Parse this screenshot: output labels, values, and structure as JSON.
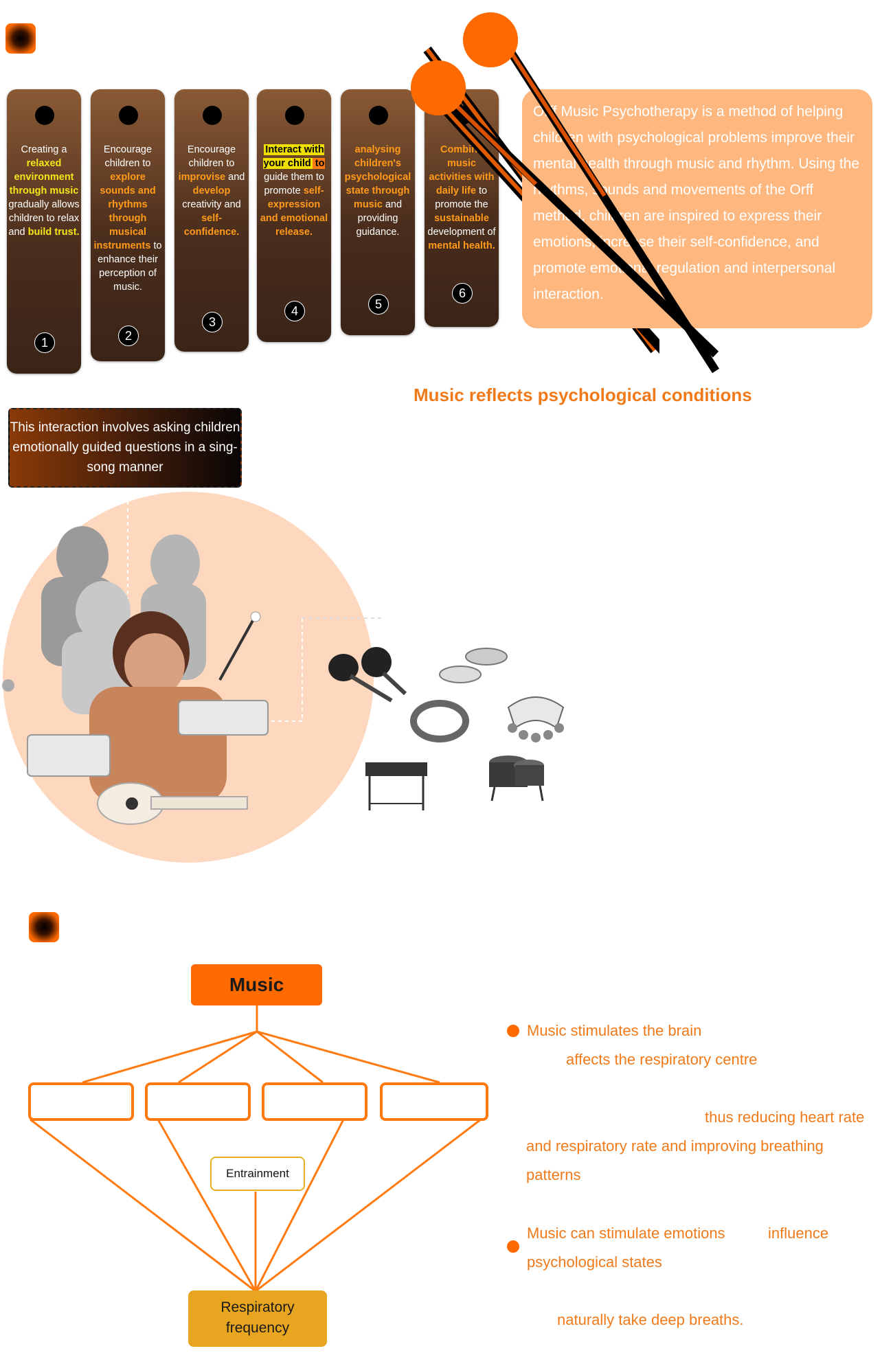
{
  "section_top": {
    "steps": [
      {
        "number": "1",
        "parts": [
          {
            "t": "Creating a ",
            "c": ""
          },
          {
            "t": "relaxed environment through music",
            "c": "y"
          },
          {
            "t": " gradually allows children to relax and ",
            "c": ""
          },
          {
            "t": "build trust.",
            "c": "y"
          }
        ]
      },
      {
        "number": "2",
        "parts": [
          {
            "t": "Encourage children to ",
            "c": ""
          },
          {
            "t": "explore sounds and rhythms through musical instruments",
            "c": "o"
          },
          {
            "t": " to enhance their perception of music.",
            "c": ""
          }
        ]
      },
      {
        "number": "3",
        "parts": [
          {
            "t": "Encourage children to ",
            "c": ""
          },
          {
            "t": "improvise",
            "c": "o"
          },
          {
            "t": " and ",
            "c": ""
          },
          {
            "t": "develop",
            "c": "o"
          },
          {
            "t": " creativity and ",
            "c": ""
          },
          {
            "t": "self-confidence.",
            "c": "o"
          }
        ]
      },
      {
        "number": "4",
        "parts": [
          {
            "t": "Interact with your child",
            "c": "hl"
          },
          {
            "t": " to",
            "c": "hl2"
          },
          {
            "t": " guide them to promote ",
            "c": ""
          },
          {
            "t": "self-expression and emotional release.",
            "c": "o"
          }
        ]
      },
      {
        "number": "5",
        "parts": [
          {
            "t": "analysing children's psychological state through music",
            "c": "o"
          },
          {
            "t": " and providing guidance.",
            "c": ""
          }
        ]
      },
      {
        "number": "6",
        "parts": [
          {
            "t": "Combine music activities with daily life",
            "c": "o"
          },
          {
            "t": " to promote the ",
            "c": ""
          },
          {
            "t": "sustainable",
            "c": "o"
          },
          {
            "t": " development of ",
            "c": ""
          },
          {
            "t": "mental health.",
            "c": "o"
          }
        ]
      }
    ],
    "orff_text": "Orff Music Psychotherapy is a method of helping children with psychological problems improve their mental health through music and rhythm. Using the rhythms, sounds and movements of the Orff method, children are inspired to express their emotions, increase their self-confidence, and promote emotional regulation and interpersonal interaction.",
    "headline": "Music reflects psychological conditions",
    "callout": "This interaction involves asking children emotionally guided questions in a sing-song manner"
  },
  "diagram": {
    "top_node": "Music",
    "middle_node": "Entrainment",
    "bottom_node": "Respiratory frequency"
  },
  "notes": {
    "b1_line1": "Music stimulates the brain",
    "b1_line2": "affects the respiratory centre",
    "b1_line3": "thus reducing heart rate",
    "b1_line4": "and respiratory rate and improving breathing",
    "b1_line5": "patterns",
    "b2_line1a": "Music can stimulate emotions",
    "b2_line1b": "influence",
    "b2_line2": "psychological states",
    "b2_line3": "naturally take deep breaths."
  },
  "colors": {
    "accent": "#ff6a00",
    "text_orange": "#f07a1a",
    "peach": "#fdb77f",
    "gold": "#e8a520"
  }
}
